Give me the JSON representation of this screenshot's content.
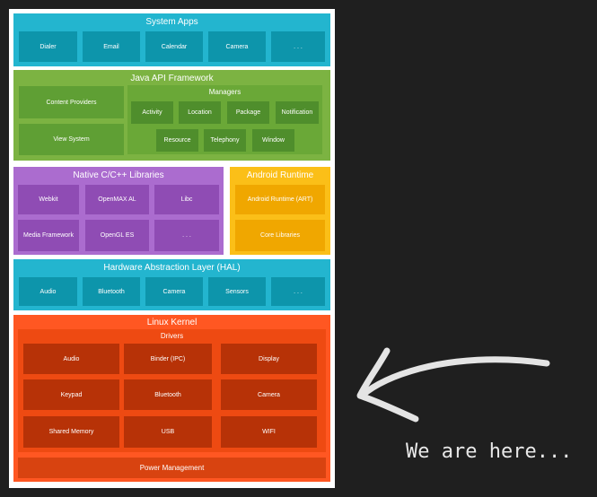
{
  "system_apps": {
    "title": "System Apps",
    "items": [
      "Dialer",
      "Email",
      "Calendar",
      "Camera",
      ". . ."
    ]
  },
  "java_api": {
    "title": "Java API Framework",
    "content_providers": "Content Providers",
    "view_system": "View System",
    "managers": {
      "title": "Managers",
      "row1": [
        "Activity",
        "Location",
        "Package",
        "Notification"
      ],
      "row2": [
        "Resource",
        "Telephony",
        "Window"
      ]
    }
  },
  "native_libs": {
    "title": "Native C/C++ Libraries",
    "row1": [
      "Webkit",
      "OpenMAX AL",
      "Libc"
    ],
    "row2": [
      "Media Framework",
      "OpenGL ES",
      ". . ."
    ]
  },
  "android_runtime": {
    "title": "Android Runtime",
    "items": [
      "Android Runtime (ART)",
      "Core Libraries"
    ]
  },
  "hal": {
    "title": "Hardware Abstraction Layer (HAL)",
    "items": [
      "Audio",
      "Bluetooth",
      "Camera",
      "Sensors",
      ". . ."
    ]
  },
  "kernel": {
    "title": "Linux Kernel",
    "drivers": {
      "title": "Drivers",
      "row1": [
        "Audio",
        "Binder (IPC)",
        "Display"
      ],
      "row2": [
        "Keypad",
        "Bluetooth",
        "Camera"
      ],
      "row3": [
        "Shared Memory",
        "USB",
        "WIFI"
      ]
    },
    "power": "Power Management"
  },
  "annotation": {
    "text": "We are here...",
    "icon": "hand-drawn-arrow-icon"
  },
  "colors": {
    "background": "#1f1f1f",
    "apps_teal": "#23b5cf",
    "framework_green": "#7cb342",
    "libraries_purple": "#ab6ccf",
    "runtime_yellow": "#fbbf18",
    "kernel_orange": "#ff5722"
  }
}
